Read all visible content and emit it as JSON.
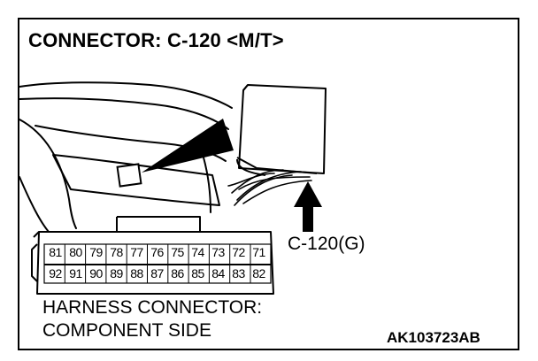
{
  "title": "CONNECTOR: C-120 <M/T>",
  "connector_label": "C-120(G)",
  "caption": {
    "line1": "HARNESS CONNECTOR:",
    "line2": "COMPONENT SIDE"
  },
  "figure_code": "AK103723AB",
  "pins": {
    "row1": [
      "81",
      "80",
      "79",
      "78",
      "77",
      "76",
      "75",
      "74",
      "73",
      "72",
      "71"
    ],
    "row2": [
      "92",
      "91",
      "90",
      "89",
      "88",
      "87",
      "86",
      "85",
      "84",
      "83",
      "82"
    ]
  }
}
